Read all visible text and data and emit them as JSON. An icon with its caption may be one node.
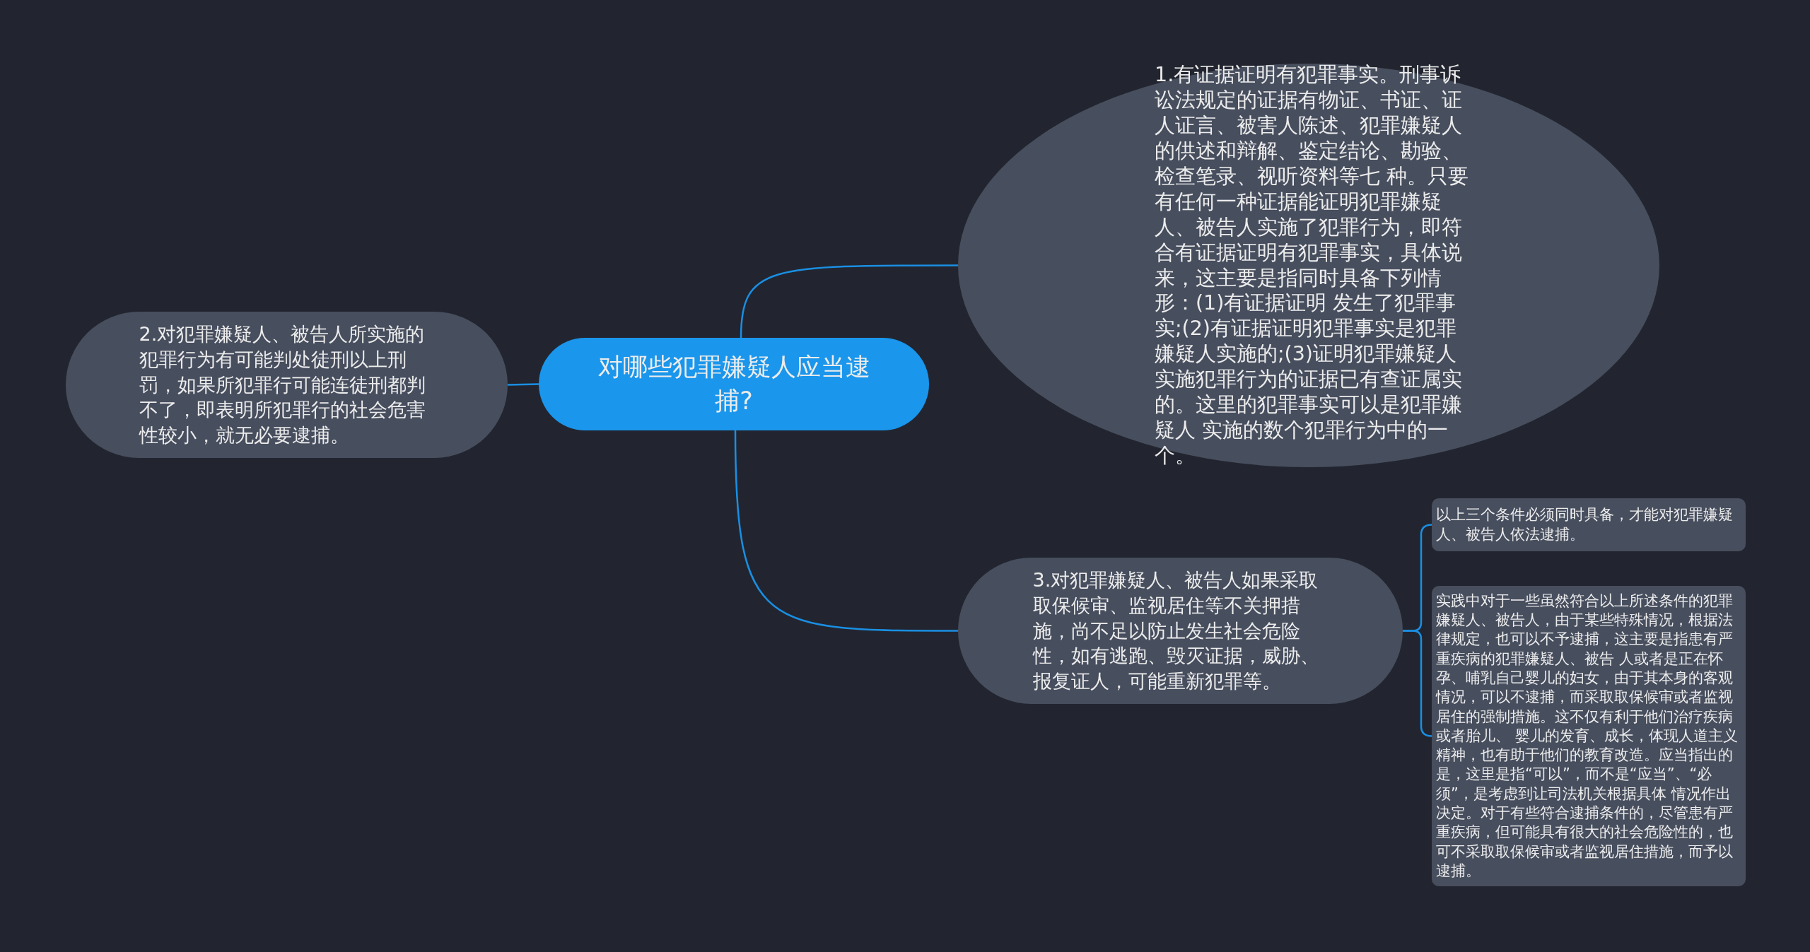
{
  "diagram": {
    "nodes": [
      {
        "text": [
          "对哪些犯罪嫌疑人应当逮捕?"
        ]
      },
      {
        "text": [
          "1.有证据证明有犯罪事实。刑事诉讼法规定的证据有物证、书证、证人证言、被害人陈述、犯罪嫌疑人的供述和辩解、鉴定结论、勘验、检查笔录、视听资料等七 种。只要有任何一种证据能证明犯罪嫌疑人、被告人实施了犯罪行为，即符合有证据证明有犯罪事实，具体说来，这主要是指同时具备下列情形：(1)有证据证明 发生了犯罪事实;(2)有证据证明犯罪事实是犯罪嫌疑人实施的;(3)证明犯罪嫌疑人实施犯罪行为的证据已有查证属实的。这里的犯罪事实可以是犯罪嫌疑人 实施的数个犯罪行为中的一个。"
        ]
      },
      {
        "text": [
          "2.对犯罪嫌疑人、被告人所实施的犯罪行为有可能判处徒刑以上刑罚，如果所犯罪行可能连徒刑都判不了，即表明所犯罪行的社会危害性较小，就无必要逮捕。"
        ]
      },
      {
        "text": [
          "3.对犯罪嫌疑人、被告人如果采取取保候审、监视居住等不关押措施，尚不足以防止发生社会危险性，如有逃跑、毁灭证据，威胁、报复证人，可能重新犯罪等。"
        ]
      },
      {
        "text": [
          "以上三个条件必须同时具备，才能对犯罪嫌疑人、被告人依法逮捕。"
        ]
      },
      {
        "text": [
          "实践中对于一些虽然符合以上所述条件的犯罪嫌疑人、被告人，由于某些特殊情况，根据法律规定，也可以不予逮捕，这主要是指患有严重疾病的犯罪嫌疑人、被告 人或者是正在怀孕、哺乳自己婴儿的妇女，由于其本身的客观情况，可以不逮捕，而采取取保候审或者监视居住的强制措施。这不仅有利于他们治疗疾病或者胎儿、 婴儿的发育、成长，体现人道主义精神，也有助于他们的教育改造。应当指出的是，这里是指“可以”，而不是“应当”、“必须”，是考虑到让司法机关根据具体 情况作出决定。对于有些符合逮捕条件的，尽管患有严重疾病，但可能具有很大的社会危险性的，也可不采取取保候审或者监视居住措施，而予以逮捕。"
        ]
      }
    ],
    "edges": [
      {
        "from": 0,
        "to": 1,
        "arrow": "none"
      },
      {
        "from": 0,
        "to": 2,
        "arrow": "none"
      },
      {
        "from": 0,
        "to": 3,
        "arrow": "none"
      },
      {
        "from": 3,
        "to": 4,
        "arrow": "none"
      },
      {
        "from": 3,
        "to": 5,
        "arrow": "none"
      }
    ]
  }
}
